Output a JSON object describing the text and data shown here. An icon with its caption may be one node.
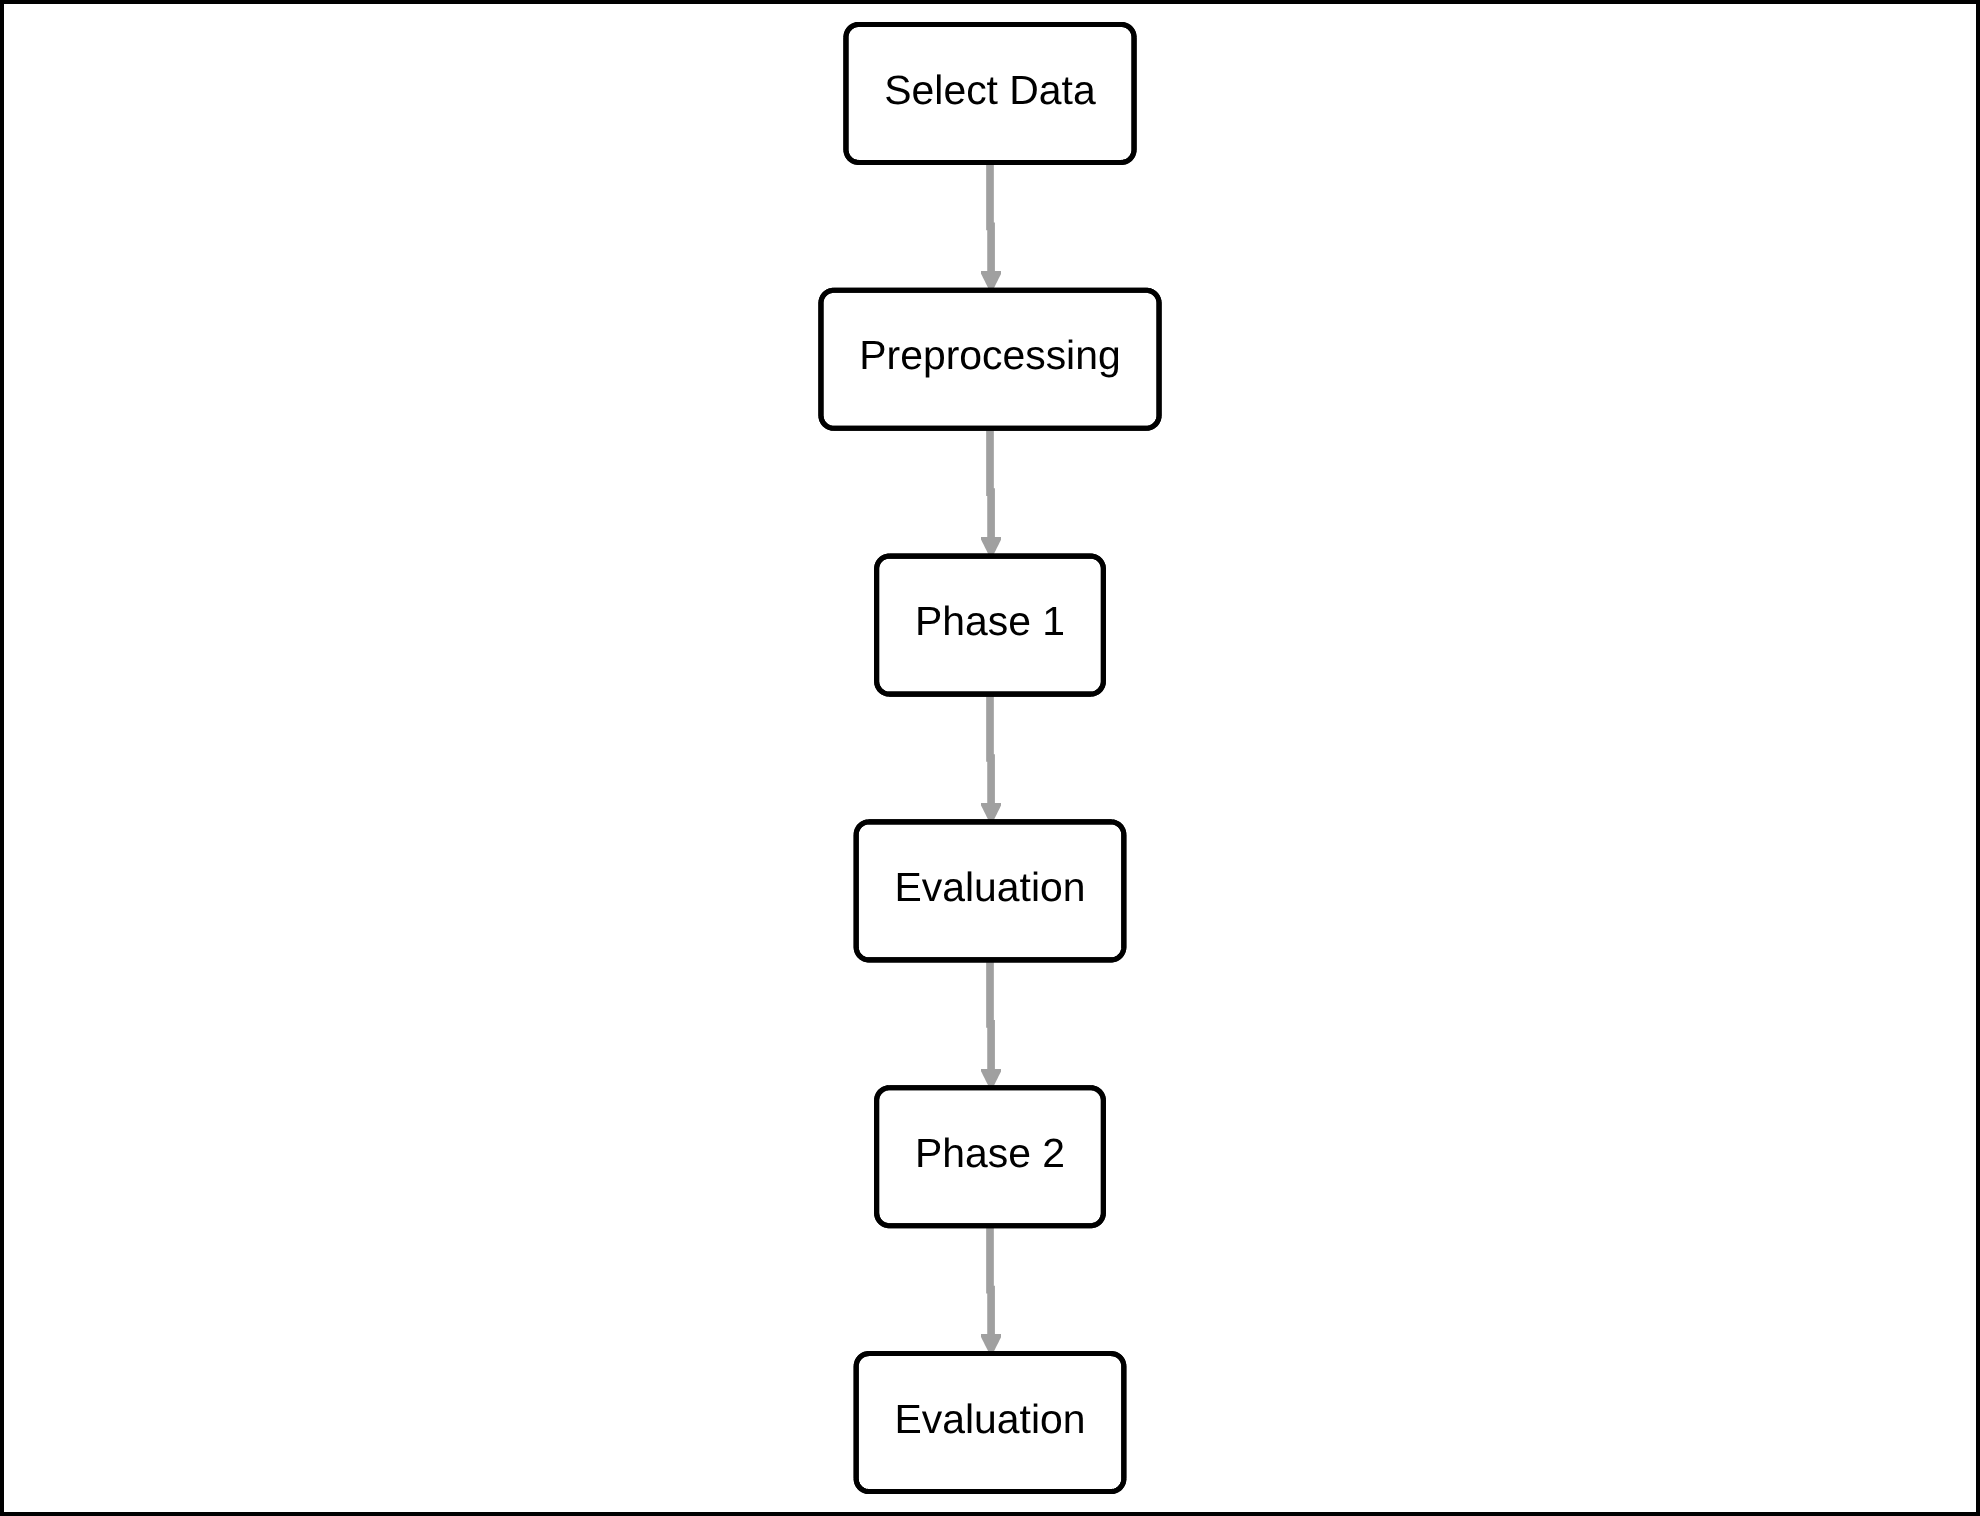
{
  "diagram": {
    "nodes": [
      {
        "text": [
          "Select Data"
        ]
      },
      {
        "text": [
          "Preprocessing"
        ]
      },
      {
        "text": [
          "Phase 1"
        ]
      },
      {
        "text": [
          "Evaluation"
        ]
      },
      {
        "text": [
          "Phase 2"
        ]
      },
      {
        "text": [
          "Evaluation"
        ]
      }
    ],
    "edges": [
      {
        "from": 0,
        "to": 1,
        "arrow": "to"
      },
      {
        "from": 1,
        "to": 2,
        "arrow": "to"
      },
      {
        "from": 2,
        "to": 3,
        "arrow": "to"
      },
      {
        "from": 3,
        "to": 4,
        "arrow": "to"
      },
      {
        "from": 4,
        "to": 5,
        "arrow": "to"
      }
    ]
  }
}
